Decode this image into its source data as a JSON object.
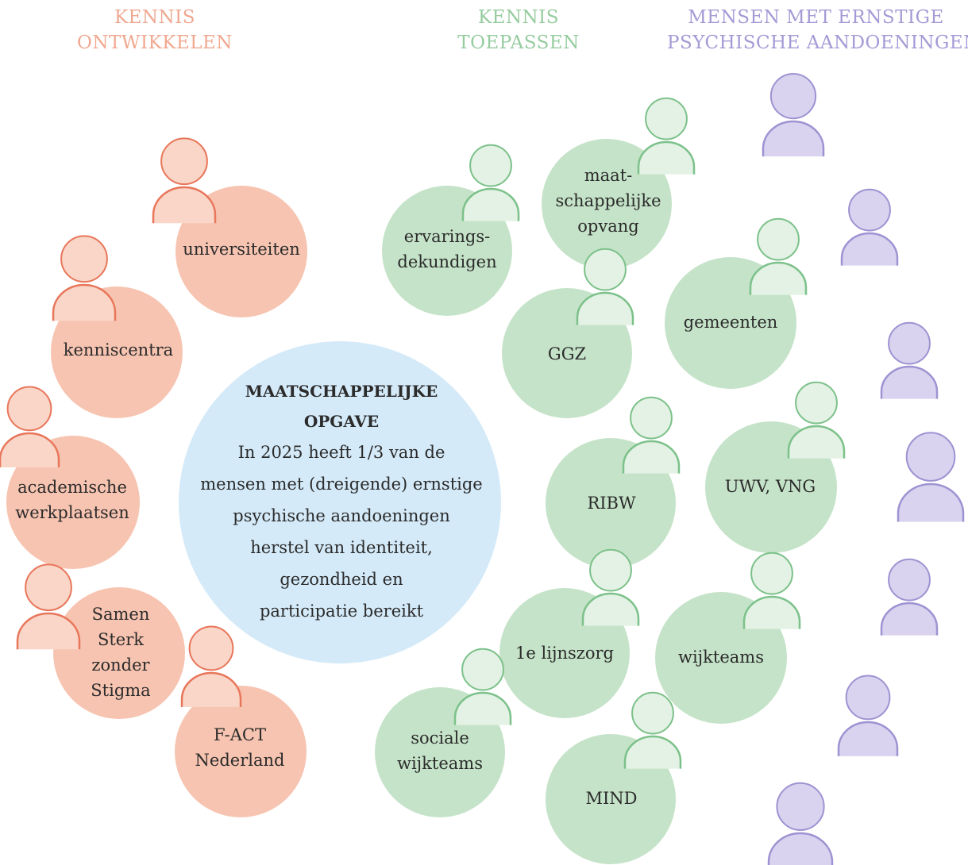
{
  "headers": {
    "ontwikkelen": {
      "line1": "KENNIS",
      "line2": "ONTWIKKELEN",
      "color": "#f0a890"
    },
    "toepassen": {
      "line1": "KENNIS",
      "line2": "TOEPASSEN",
      "color": "#96cc9f"
    },
    "mensen": {
      "line1": "MENSEN MET ERNSTIGE",
      "line2": "PSYCHISCHE AANDOENINGEN",
      "color": "#a49ad6"
    }
  },
  "center": {
    "title_line1": "MAATSCHAPPELIJKE",
    "title_line2": "OPGAVE",
    "body_lines": [
      "In 2025 heeft 1/3 van de",
      "mensen met (dreigende) ernstige",
      "psychische aandoeningen",
      "herstel van identiteit,",
      "gezondheid en",
      "participatie bereikt"
    ]
  },
  "develop_nodes": [
    {
      "lines": [
        "universiteiten"
      ]
    },
    {
      "lines": [
        "kenniscentra"
      ]
    },
    {
      "lines": [
        "academische",
        "werkplaatsen"
      ]
    },
    {
      "lines": [
        "Samen",
        "Sterk",
        "zonder",
        "Stigma"
      ]
    },
    {
      "lines": [
        "F-ACT",
        "Nederland"
      ]
    }
  ],
  "apply_nodes": [
    {
      "lines": [
        "ervarings-",
        "dekundigen"
      ]
    },
    {
      "lines": [
        "maat-",
        "schappelijke",
        "opvang"
      ]
    },
    {
      "lines": [
        "GGZ"
      ]
    },
    {
      "lines": [
        "gemeenten"
      ]
    },
    {
      "lines": [
        "RIBW"
      ]
    },
    {
      "lines": [
        "UWV, VNG"
      ]
    },
    {
      "lines": [
        "1e lijnszorg"
      ]
    },
    {
      "lines": [
        "wijkteams"
      ]
    },
    {
      "lines": [
        "sociale",
        "wijkteams"
      ]
    },
    {
      "lines": [
        "MIND"
      ]
    }
  ],
  "colors": {
    "develop_circle": "#f7c4b1",
    "develop_person_fill": "#f9d6c8",
    "develop_person_stroke": "#e8765a",
    "apply_circle": "#c5e3c8",
    "apply_person_fill": "#e3f2e4",
    "apply_person_stroke": "#7cc18a",
    "people_fill": "#d9d3ef",
    "people_stroke": "#9e93d2",
    "center_circle": "#d4eaf8"
  },
  "icons": {
    "develop": "person-icon",
    "apply": "person-icon",
    "people": "person-icon"
  }
}
